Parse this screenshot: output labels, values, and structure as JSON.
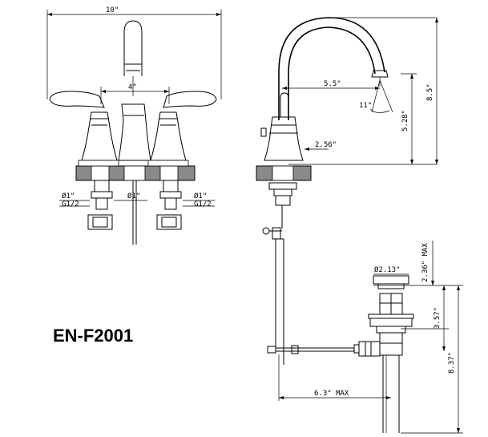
{
  "model": "EN-F2001",
  "front_view": {
    "overall_width": "10\"",
    "center_spread": "4\"",
    "left_connection_dia": "Ø1\"",
    "left_thread": "G1/2",
    "center_connection_dia": "Ø1\"",
    "right_connection_dia": "Ø1\"",
    "right_thread": "G1/2"
  },
  "side_view": {
    "spout_reach": "5.5\"",
    "spout_angle": "11°",
    "spout_clearance": "5.28\"",
    "overall_height": "8.5\"",
    "base_to_handle": "2.56\""
  },
  "drain_view": {
    "flange_dia": "Ø2.13\"",
    "flange_height_max": "2.36\" MAX",
    "body_height": "3.57\"",
    "total_length": "8.37\"",
    "rod_reach_max": "6.3\" MAX"
  }
}
